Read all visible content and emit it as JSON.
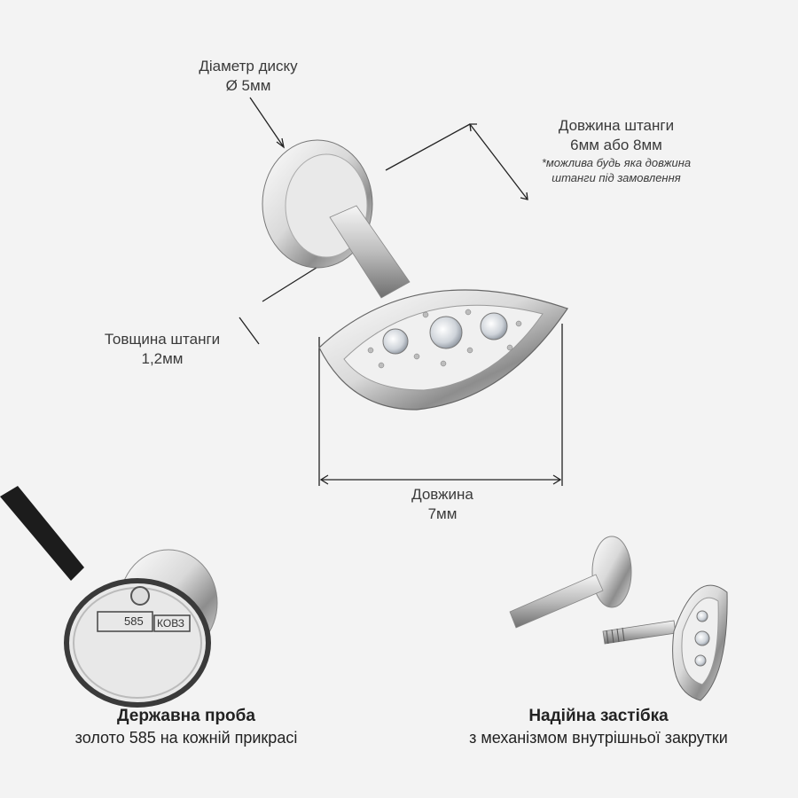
{
  "disc_diameter": {
    "title": "Діаметр диску",
    "value": "Ø 5мм"
  },
  "bar_length": {
    "title": "Довжина штанги",
    "value": "6мм або 8мм",
    "note_line1": "*можлива будь яка довжина",
    "note_line2": "штанги під замовлення"
  },
  "bar_thickness": {
    "title": "Товщина штанги",
    "value": "1,2мм"
  },
  "top_length": {
    "title": "Довжина",
    "value": "7мм"
  },
  "hallmark": {
    "title": "Державна проба",
    "subtitle": "золото 585 на кожній прикрасі",
    "stamp_text": "585",
    "stamp_code": "КОВЗ"
  },
  "clasp": {
    "title": "Надійна застібка",
    "subtitle": "з механізмом внутрішньої закрутки"
  }
}
